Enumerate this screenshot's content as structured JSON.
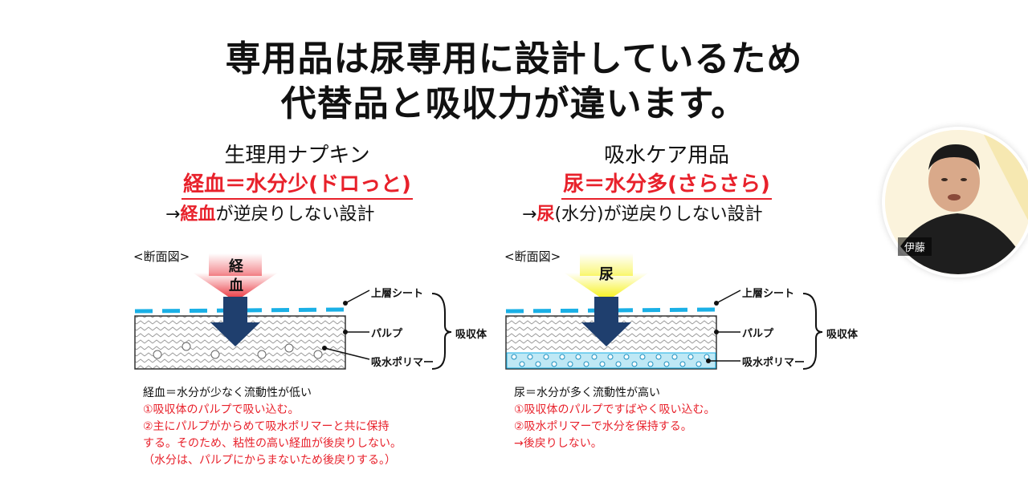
{
  "slide": {
    "title_line1": "専用品は尿専用に設計しているため",
    "title_line2": "代替品と吸収力が違います。",
    "left": {
      "heading": "生理用ナプキン",
      "highlight": "経血＝水分少(ドロっと)",
      "sub_prefix": "→",
      "sub_red": "経血",
      "sub_rest": "が逆戻りしない設計",
      "section_label": "<断面図>",
      "arrow_text_1": "経",
      "arrow_text_2": "血",
      "labels": {
        "top_sheet": "上層シート",
        "pulp": "パルプ",
        "polymer": "吸水ポリマー",
        "absorber": "吸収体"
      },
      "notes": {
        "line1": "経血＝水分が少なく流動性が低い",
        "line2": "①吸収体のパルプで吸い込む。",
        "line3": "②主にパルプがからめて吸水ポリマーと共に保持",
        "line4": "する。そのため、粘性の高い経血が後戻りしない。",
        "line5": "（水分は、パルプにからまないため後戻りする。）"
      }
    },
    "right": {
      "heading": "吸水ケア用品",
      "highlight": "尿＝水分多(さらさら)",
      "sub_prefix": "→",
      "sub_red": "尿",
      "sub_rest": "(水分)が逆戻りしない設計",
      "section_label": "<断面図>",
      "arrow_text_1": "尿",
      "labels": {
        "top_sheet": "上層シート",
        "pulp": "パルプ",
        "polymer": "吸水ポリマー",
        "absorber": "吸収体"
      },
      "notes": {
        "line1": "尿＝水分が多く流動性が高い",
        "line2": "①吸収体のパルプですばやく吸い込む。",
        "line3": "②吸水ポリマーで水分を保持する。",
        "line4": "→後戻りしない。"
      }
    }
  },
  "video": {
    "participant_name": "伊藤"
  },
  "colors": {
    "red": "#e8212b",
    "blue_dash": "#1ab0e6",
    "arrow_blue": "#1f3f6e",
    "yellow": "#f5f000"
  }
}
